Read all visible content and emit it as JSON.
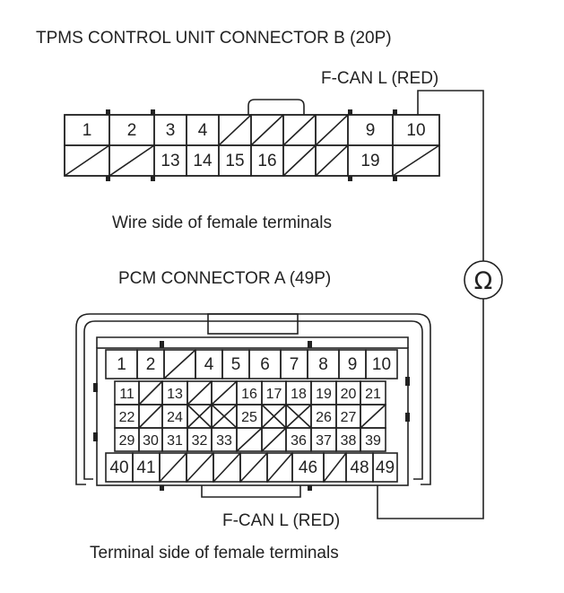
{
  "titles": {
    "tpms": "TPMS CONTROL UNIT CONNECTOR B (20P)",
    "pcm": "PCM CONNECTOR A (49P)"
  },
  "captions": {
    "wire_side": "Wire side of female terminals",
    "terminal_side": "Terminal side of female terminals"
  },
  "wires": {
    "tpms_label": "F-CAN L (RED)",
    "pcm_label": "F-CAN L (RED)",
    "meter_symbol": "Ω"
  },
  "tpms_connector": {
    "row1": [
      "1",
      "2",
      "3",
      "4",
      "",
      "",
      "",
      "",
      "9",
      "10"
    ],
    "row2": [
      "",
      "",
      "13",
      "14",
      "15",
      "16",
      "",
      "",
      "19",
      ""
    ]
  },
  "pcm_connector": {
    "row1": [
      "1",
      "2",
      "",
      "4",
      "5",
      "6",
      "7",
      "8",
      "9",
      "10"
    ],
    "row2": [
      "11",
      "",
      "13",
      "",
      "",
      "16",
      "17",
      "18",
      "19",
      "20",
      "21"
    ],
    "row3": [
      "22",
      "",
      "24",
      "",
      "",
      "25",
      "",
      "",
      "26",
      "27",
      ""
    ],
    "row4": [
      "29",
      "30",
      "31",
      "32",
      "33",
      "",
      "",
      "36",
      "37",
      "38",
      "39"
    ],
    "row5": [
      "40",
      "41",
      "",
      "",
      "",
      "",
      "",
      "46",
      "",
      "48",
      "49"
    ]
  },
  "colors": {
    "line": "#222222",
    "background": "#ffffff"
  }
}
